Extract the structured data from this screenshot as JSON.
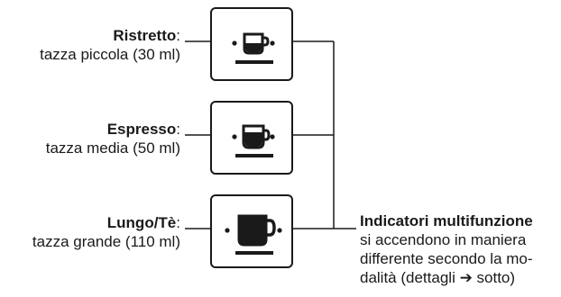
{
  "items": [
    {
      "name": "Ristretto",
      "sep": ":",
      "desc": "tazza piccola (30 ml)",
      "icon": "small-cup-icon"
    },
    {
      "name": "Espresso",
      "sep": ":",
      "desc": "tazza media (50 ml)",
      "icon": "medium-cup-icon"
    },
    {
      "name": "Lungo/Tè",
      "sep": ":",
      "desc": "tazza grande (110 ml)",
      "icon": "large-cup-icon"
    }
  ],
  "note": {
    "title": "Indicatori multifunzione",
    "body": "si accendono in maniera differente secondo la mo-dalità (dettagli ➔ sotto)"
  },
  "colors": {
    "ink": "#1a1a1a",
    "background": "#ffffff"
  }
}
